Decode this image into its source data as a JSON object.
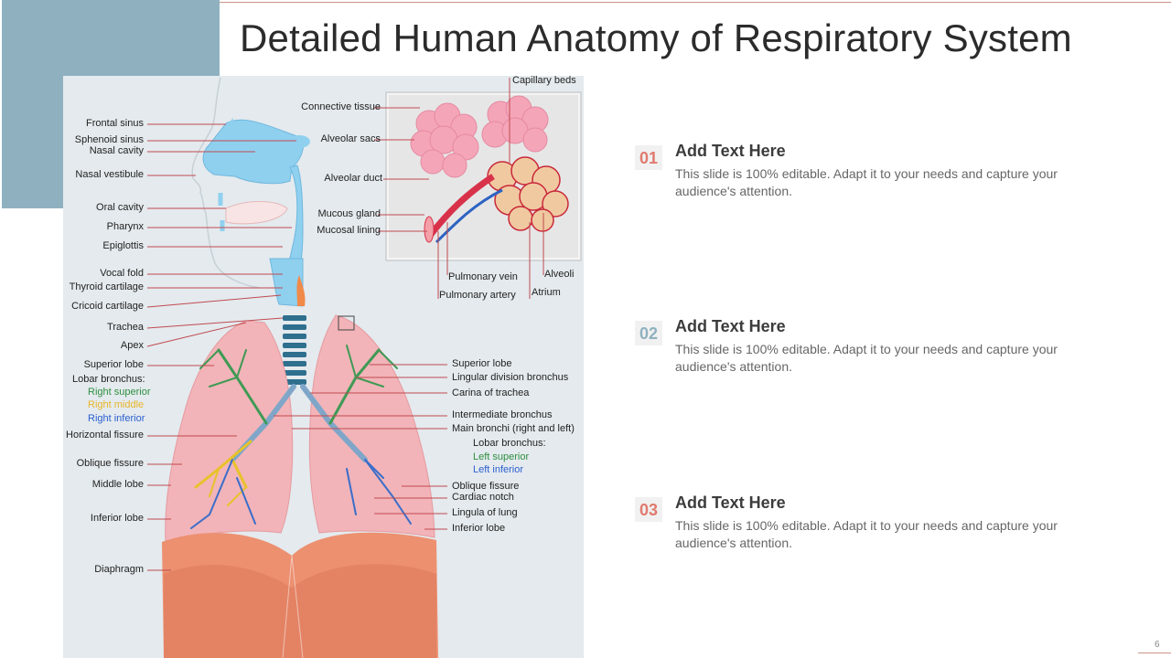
{
  "slide": {
    "title": "Detailed Human Anatomy of Respiratory System",
    "page_number": "6"
  },
  "diagram": {
    "left_labels": {
      "frontal_sinus": "Frontal sinus",
      "sphenoid_sinus": "Sphenoid sinus",
      "nasal_cavity": "Nasal cavity",
      "nasal_vestibule": "Nasal vestibule",
      "oral_cavity": "Oral cavity",
      "pharynx": "Pharynx",
      "epiglottis": "Epiglottis",
      "vocal_fold": "Vocal fold",
      "thyroid_cartilage": "Thyroid cartilage",
      "cricoid_cartilage": "Cricoid cartilage",
      "trachea": "Trachea",
      "apex": "Apex",
      "superior_lobe": "Superior lobe",
      "lobar_bronchus": "Lobar bronchus:",
      "right_superior": "Right superior",
      "right_middle": "Right middle",
      "right_inferior": "Right inferior",
      "horizontal_fissure": "Horizontal fissure",
      "oblique_fissure": "Oblique fissure",
      "middle_lobe": "Middle lobe",
      "inferior_lobe": "Inferior lobe",
      "diaphragm": "Diaphragm"
    },
    "inset_labels": {
      "capillary_beds": "Capillary beds",
      "connective_tissue": "Connective tissue",
      "alveolar_sacs": "Alveolar sacs",
      "alveolar_duct": "Alveolar duct",
      "mucous_gland": "Mucous gland",
      "mucosal_lining": "Mucosal lining",
      "pulmonary_vein": "Pulmonary vein",
      "alveoli": "Alveoli",
      "pulmonary_artery": "Pulmonary artery",
      "atrium": "Atrium"
    },
    "right_labels": {
      "superior_lobe": "Superior lobe",
      "lingular_division_bronchus": "Lingular division bronchus",
      "carina_of_trachea": "Carina of trachea",
      "intermediate_bronchus": "Intermediate bronchus",
      "main_bronchi": "Main bronchi (right and left)",
      "lobar_bronchus": "Lobar bronchus:",
      "left_superior": "Left superior",
      "left_inferior": "Left inferior",
      "oblique_fissure": "Oblique fissure",
      "cardiac_notch": "Cardiac notch",
      "lingula_of_lung": "Lingula of lung",
      "inferior_lobe": "Inferior lobe"
    }
  },
  "items": [
    {
      "number": "01",
      "number_color": "#e07a6e",
      "title": "Add Text Here",
      "description": "This slide is 100% editable. Adapt it to your needs and capture your audience's attention."
    },
    {
      "number": "02",
      "number_color": "#8fb1bf",
      "title": "Add Text Here",
      "description": "This slide is 100% editable. Adapt it to your needs and capture your audience's attention."
    },
    {
      "number": "03",
      "number_color": "#e07a6e",
      "title": "Add Text Here",
      "description": "This slide is 100% editable. Adapt it to your needs and capture your audience's attention."
    }
  ],
  "colors": {
    "accent_blue_block": "#8fb1bf",
    "accent_red": "#e07a6e"
  }
}
